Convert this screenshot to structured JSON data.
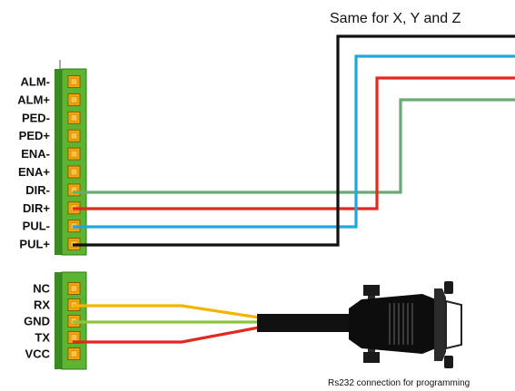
{
  "caption": "Same for  X, Y and Z",
  "driver_block": {
    "pins": [
      "ALM-",
      "ALM+",
      "PED-",
      "PED+",
      "ENA-",
      "ENA+",
      "DIR-",
      "DIR+",
      "PUL-",
      "PUL+"
    ],
    "wires": [
      {
        "pin": "DIR-",
        "color": "#6aaa73"
      },
      {
        "pin": "DIR+",
        "color": "#e02a1f"
      },
      {
        "pin": "PUL-",
        "color": "#1ea8de"
      },
      {
        "pin": "PUL+",
        "color": "#111111"
      }
    ]
  },
  "serial_block": {
    "pins": [
      "NC",
      "RX",
      "GND",
      "TX",
      "VCC"
    ],
    "wires": [
      {
        "pin": "RX",
        "color": "#f4b400"
      },
      {
        "pin": "GND",
        "color": "#8cc63f"
      },
      {
        "pin": "TX",
        "color": "#e02a1f"
      }
    ]
  },
  "connector_caption": "Rs232 connection for programming",
  "colors": {
    "terminal_green": "#5cb531",
    "terminal_dark": "#2f7a1a",
    "screw_orange": "#f5a70a",
    "cable_black": "#111111"
  }
}
